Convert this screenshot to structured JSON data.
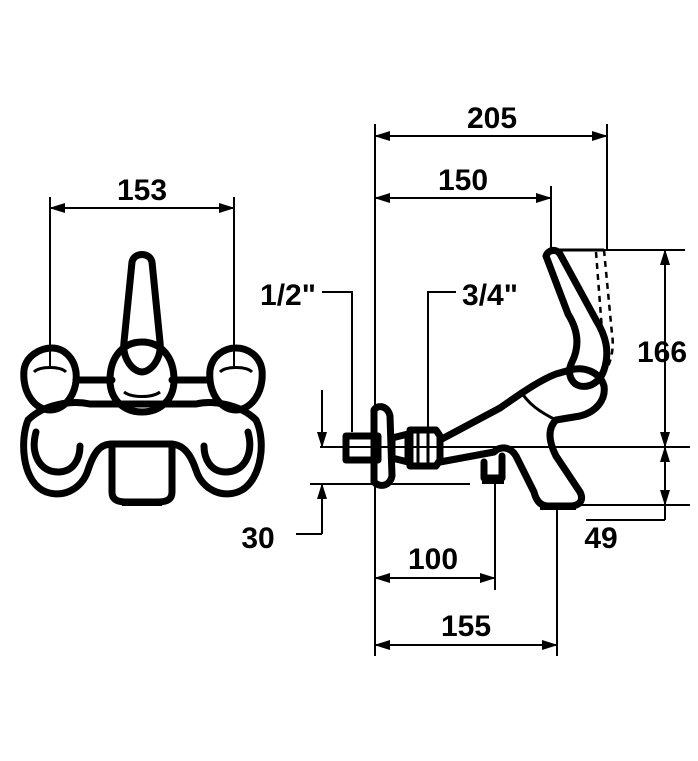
{
  "dimensions": {
    "front_width": "153",
    "side_total_length": "205",
    "side_spout_length": "150",
    "inlet_thread": "1/2\"",
    "outlet_thread": "3/4\"",
    "height": "166",
    "wall_offset": "30",
    "spout_drop": "49",
    "outlet_distance": "100",
    "spout_reach": "155"
  },
  "colors": {
    "ink": "#000000",
    "paper": "#ffffff"
  }
}
